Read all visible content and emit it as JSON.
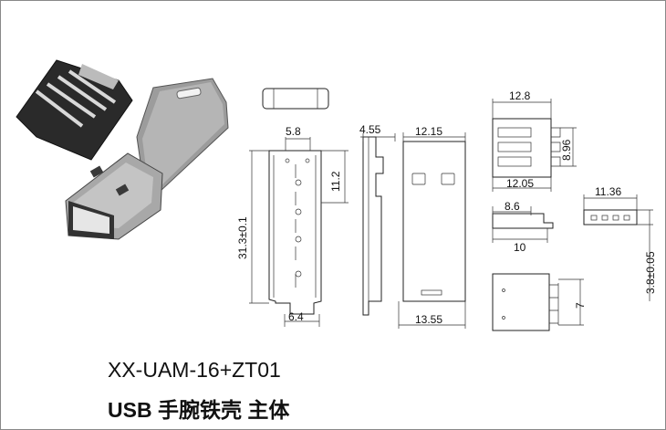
{
  "dimensions": {
    "front_top_width": "5.8",
    "front_total_height": "31.3±0.1",
    "front_upper_height": "11.2",
    "front_bottom_width": "6.4",
    "side_thickness": "4.55",
    "back_top_width": "12.15",
    "back_bottom_width": "13.55",
    "insert_top_width": "12.8",
    "insert_height": "8.96",
    "insert_bottom_width": "12.05",
    "insert_side_top": "8.6",
    "insert_side_bottom": "10",
    "contact_width": "11.36",
    "contact_height": "3.8±0.05",
    "insert_rear_height": "7"
  },
  "caption": {
    "model": "XX-UAM-16+ZT01",
    "description": "USB 手腕铁壳  主体"
  }
}
